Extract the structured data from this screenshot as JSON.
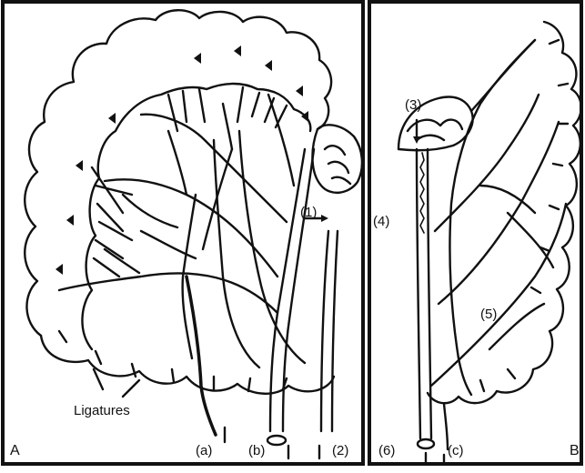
{
  "panel_a": {
    "letter": "A",
    "labels": {
      "l1": "(1)",
      "l2": "(2)",
      "la": "(a)",
      "lb": "(b)",
      "ligatures": "Ligatures"
    }
  },
  "panel_b": {
    "letter": "B",
    "labels": {
      "l3": "(3)",
      "l4": "(4)",
      "l5": "(5)",
      "l6": "(6)",
      "lc": "(c)"
    }
  }
}
